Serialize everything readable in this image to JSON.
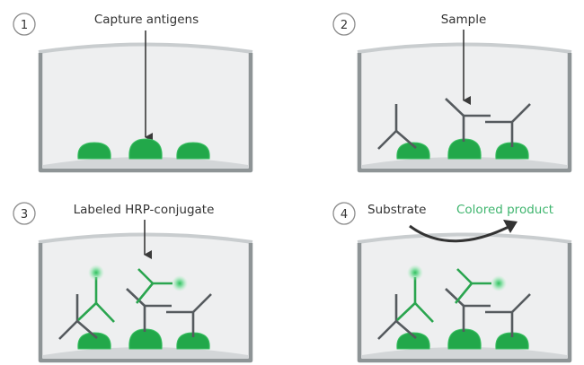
{
  "title": "Sandwich ELISA steps",
  "colors": {
    "well_wall": "#8e9496",
    "well_rim": "#c9cdcf",
    "well_fill": "#eeeff0",
    "well_floor": "#d3d6d8",
    "antigen": "#22a84a",
    "antigen_edge": "#3cc064",
    "antibody": "#555a5e",
    "conjugate": "#2aa54f",
    "hrp_glow": "#7fe3a0",
    "text": "#333333",
    "product_text": "#3fb56e",
    "arrow": "#333333",
    "step_circle": "#8a8a8a"
  },
  "steps": [
    {
      "number": "1",
      "label": "Capture antigens"
    },
    {
      "number": "2",
      "label": "Sample"
    },
    {
      "number": "3",
      "label": "Labeled HRP-conjugate"
    },
    {
      "number": "4",
      "label": "Substrate",
      "product_label": "Colored product"
    }
  ]
}
